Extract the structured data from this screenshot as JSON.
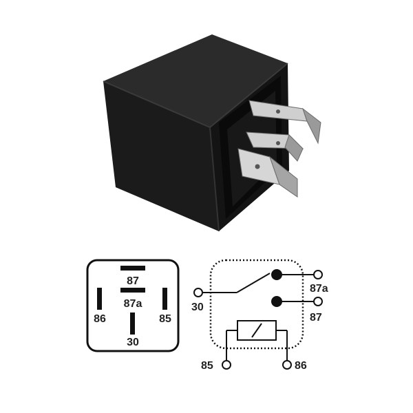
{
  "colors": {
    "background": "#ffffff",
    "relay_body": "#1b1b1b",
    "relay_body_light": "#2a2a2a",
    "terminal_metal": "#b8b8b8",
    "diagram_ink": "#111111"
  },
  "icons": {
    "product_photo": "relay-photo",
    "pinout": "pinout-diagram",
    "schematic": "relay-schematic"
  },
  "pinout": {
    "labels": [
      "87",
      "87a",
      "86",
      "85",
      "30"
    ]
  },
  "schematic": {
    "labels": {
      "pin_87a": "87a",
      "pin_30": "30",
      "pin_87": "87",
      "pin_85": "85",
      "pin_86": "86"
    }
  }
}
